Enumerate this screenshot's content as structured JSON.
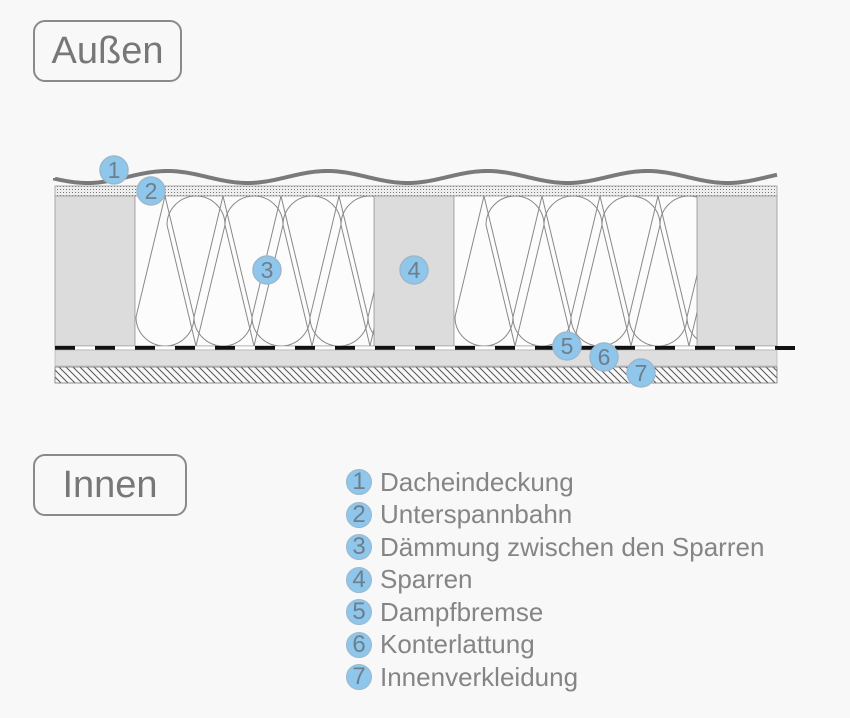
{
  "labels": {
    "outside": "Außen",
    "inside": "Innen"
  },
  "legend": [
    {
      "num": "1",
      "text": "Dacheindeckung"
    },
    {
      "num": "2",
      "text": "Unterspannbahn"
    },
    {
      "num": "3",
      "text": "Dämmung zwischen den Sparren"
    },
    {
      "num": "4",
      "text": "Sparren"
    },
    {
      "num": "5",
      "text": "Dampfbremse"
    },
    {
      "num": "6",
      "text": "Konterlattung"
    },
    {
      "num": "7",
      "text": "Innenverkleidung"
    }
  ],
  "colors": {
    "badge": "#8fc6ec",
    "rafter": "#dcdcdc",
    "text": "#858585"
  }
}
